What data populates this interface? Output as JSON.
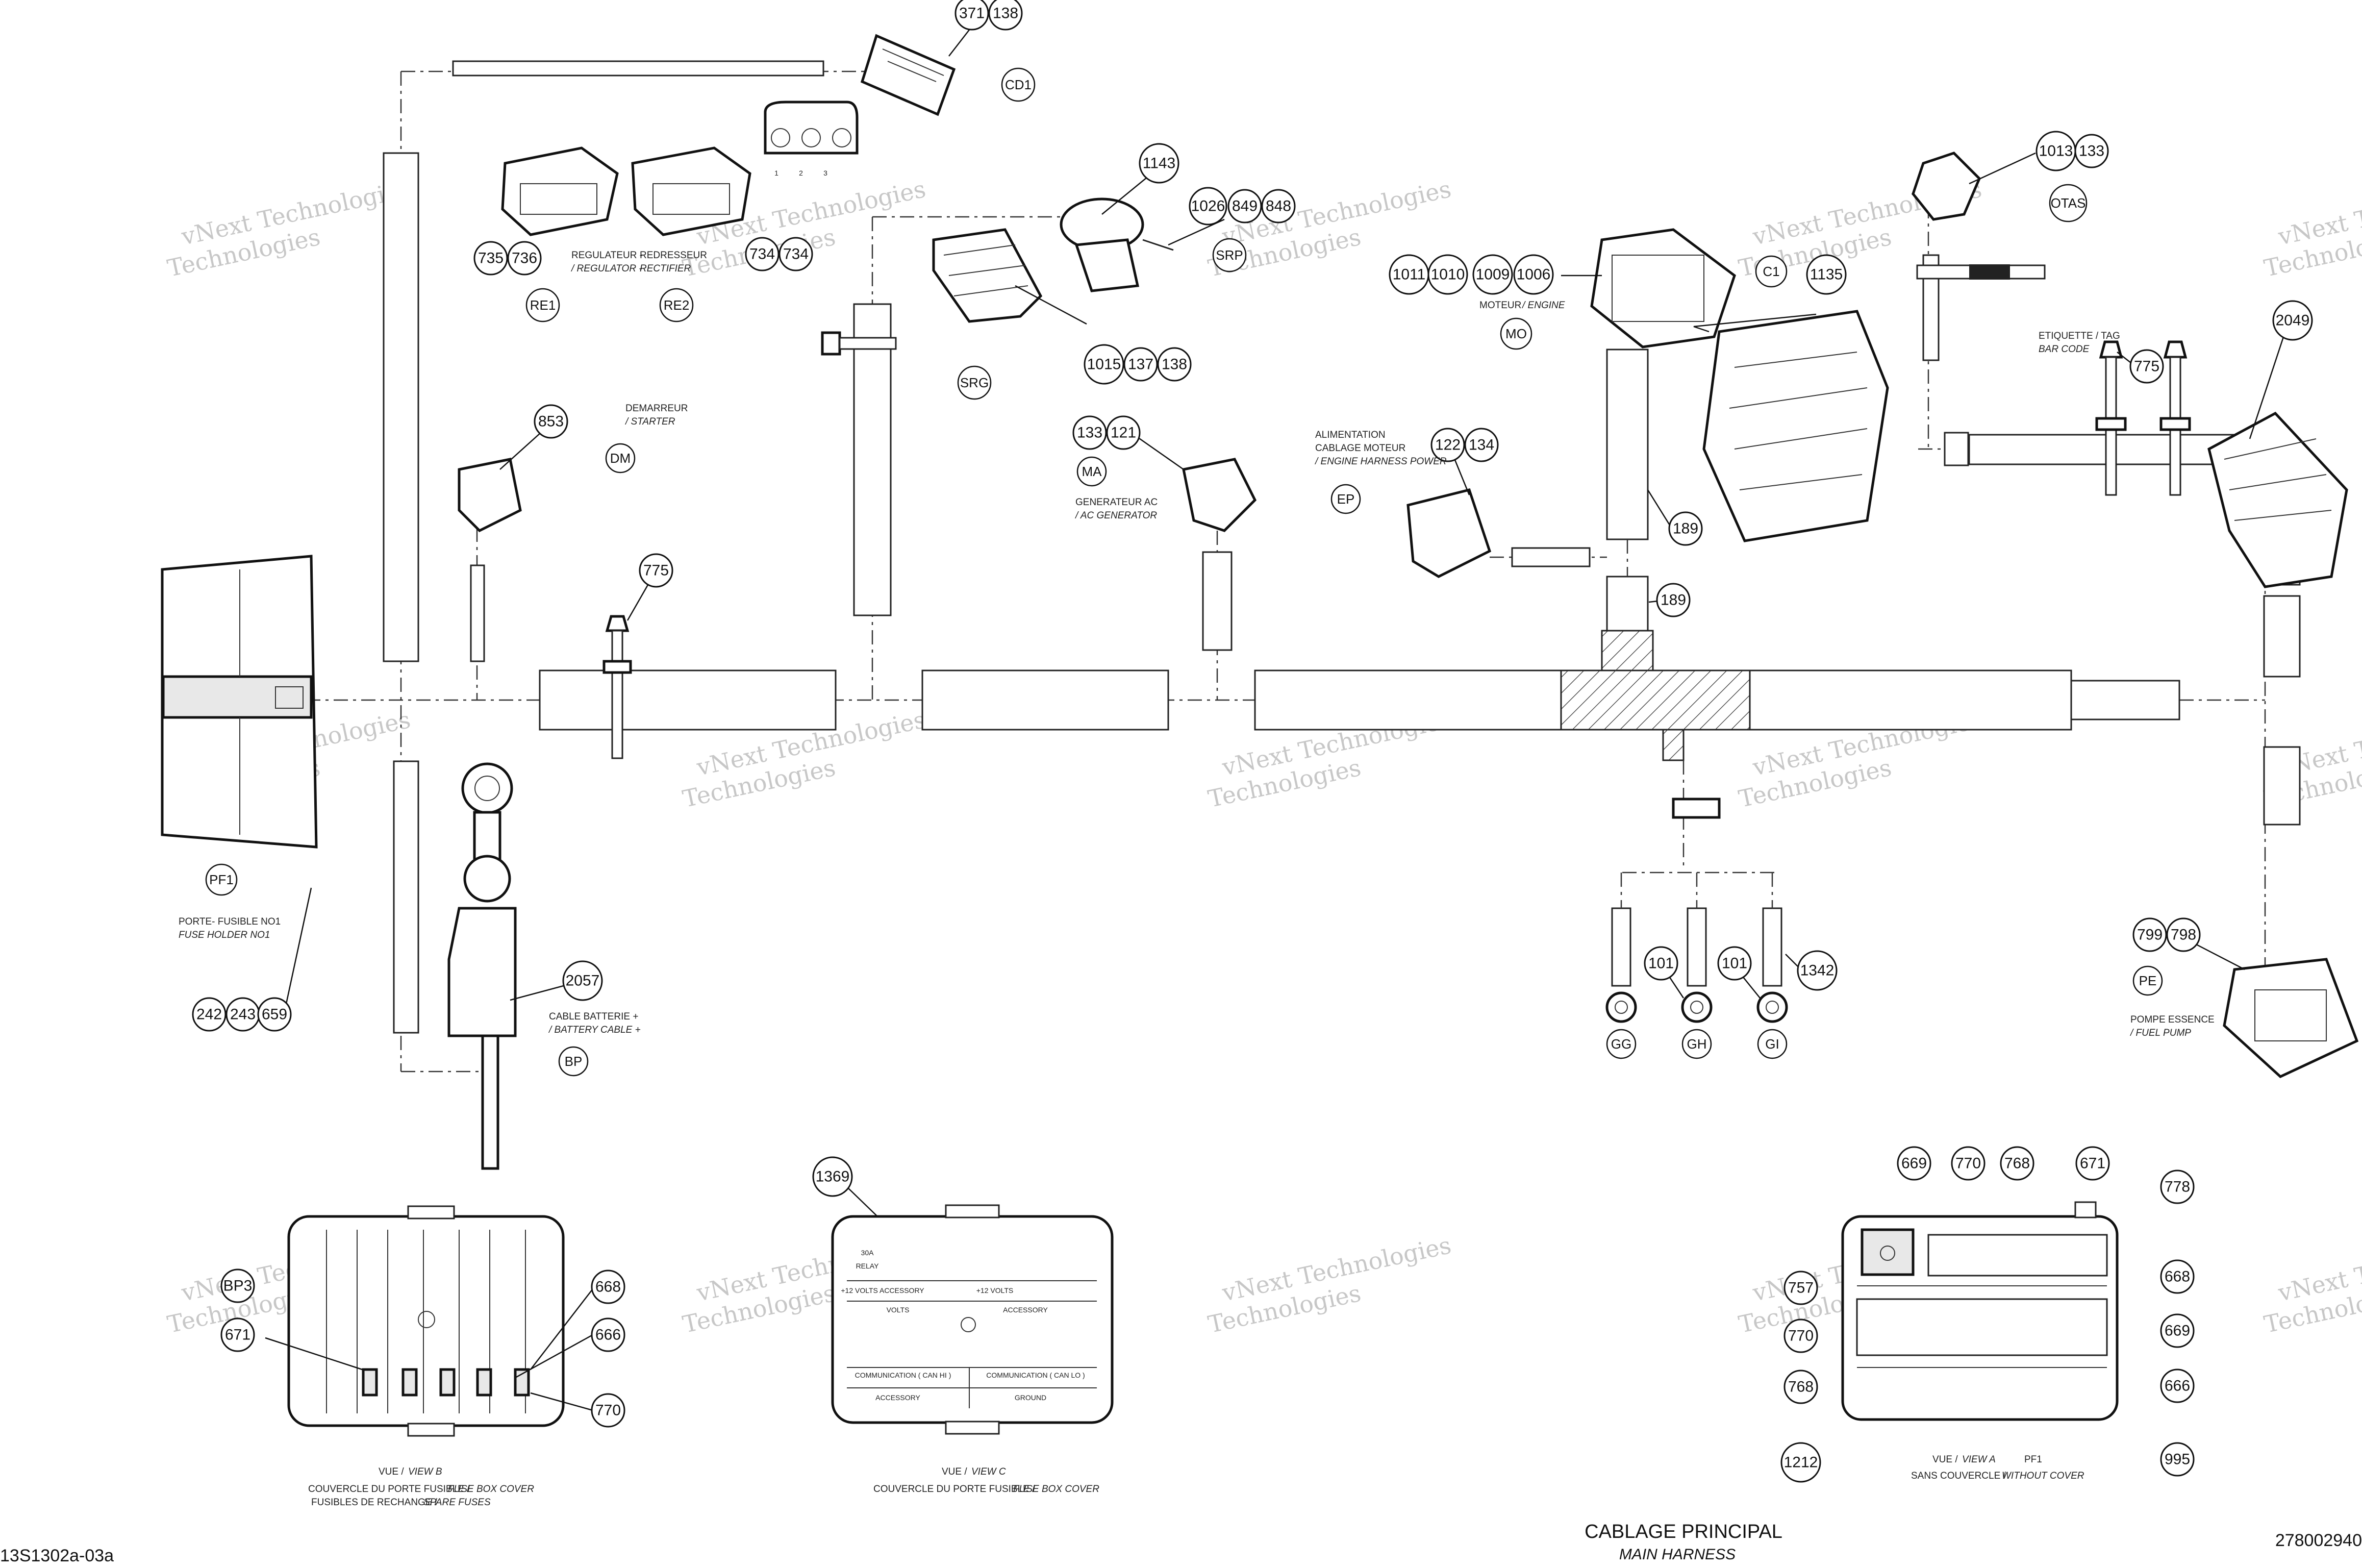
{
  "drawing": {
    "title": "CABLAGE PRINCIPAL",
    "subtitle": "MAIN HARNESS",
    "doc_left": "13S1302a-03a",
    "doc_right": "278002940",
    "watermark_line1": "vNext Technologies",
    "watermark_line2": "Technologies"
  },
  "callouts": [
    {
      "id": "c371",
      "text": "371"
    },
    {
      "id": "c138a",
      "text": "138"
    },
    {
      "id": "c735",
      "text": "735"
    },
    {
      "id": "c736",
      "text": "736"
    },
    {
      "id": "c734",
      "text": "734"
    },
    {
      "id": "c734b",
      "text": "734"
    },
    {
      "id": "c1143",
      "text": "1143"
    },
    {
      "id": "c1026",
      "text": "1026"
    },
    {
      "id": "c849",
      "text": "849"
    },
    {
      "id": "c848",
      "text": "848"
    },
    {
      "id": "c1015",
      "text": "1015"
    },
    {
      "id": "c137",
      "text": "137"
    },
    {
      "id": "c138b",
      "text": "138"
    },
    {
      "id": "c1011",
      "text": "1011"
    },
    {
      "id": "c1010",
      "text": "1010"
    },
    {
      "id": "c1009",
      "text": "1009"
    },
    {
      "id": "c1006",
      "text": "1006"
    },
    {
      "id": "c1013",
      "text": "1013"
    },
    {
      "id": "c133a",
      "text": "133"
    },
    {
      "id": "c1135",
      "text": "1135"
    },
    {
      "id": "c853",
      "text": "853"
    },
    {
      "id": "c133b",
      "text": "133"
    },
    {
      "id": "c121",
      "text": "121"
    },
    {
      "id": "c122",
      "text": "122"
    },
    {
      "id": "c134",
      "text": "134"
    },
    {
      "id": "c775a",
      "text": "775"
    },
    {
      "id": "c775b",
      "text": "775"
    },
    {
      "id": "c2049",
      "text": "2049"
    },
    {
      "id": "c189a",
      "text": "189"
    },
    {
      "id": "c189b",
      "text": "189"
    },
    {
      "id": "c2057",
      "text": "2057"
    },
    {
      "id": "c242",
      "text": "242"
    },
    {
      "id": "c243",
      "text": "243"
    },
    {
      "id": "c659",
      "text": "659"
    },
    {
      "id": "c101a",
      "text": "101"
    },
    {
      "id": "c101b",
      "text": "101"
    },
    {
      "id": "c1342",
      "text": "1342"
    },
    {
      "id": "c799",
      "text": "799"
    },
    {
      "id": "c798",
      "text": "798"
    },
    {
      "id": "c1369",
      "text": "1369"
    },
    {
      "id": "c668a",
      "text": "668"
    },
    {
      "id": "c666a",
      "text": "666"
    },
    {
      "id": "c671a",
      "text": "671"
    },
    {
      "id": "c770a",
      "text": "770"
    },
    {
      "id": "c669a",
      "text": "669"
    },
    {
      "id": "c770b",
      "text": "770"
    },
    {
      "id": "c768a",
      "text": "768"
    },
    {
      "id": "c671b",
      "text": "671"
    },
    {
      "id": "c778",
      "text": "778"
    },
    {
      "id": "c668b",
      "text": "668"
    },
    {
      "id": "c669b",
      "text": "669"
    },
    {
      "id": "c757",
      "text": "757"
    },
    {
      "id": "c770c",
      "text": "770"
    },
    {
      "id": "c768b",
      "text": "768"
    },
    {
      "id": "c666b",
      "text": "666"
    },
    {
      "id": "c1212",
      "text": "1212"
    },
    {
      "id": "c995",
      "text": "995"
    },
    {
      "id": "cbp3",
      "text": "BP3"
    }
  ],
  "refs": [
    {
      "id": "r_cd1",
      "text": "CD1"
    },
    {
      "id": "r_re1",
      "text": "RE1"
    },
    {
      "id": "r_re2",
      "text": "RE2"
    },
    {
      "id": "r_srp",
      "text": "SRP"
    },
    {
      "id": "r_srg",
      "text": "SRG"
    },
    {
      "id": "r_mo",
      "text": "MO"
    },
    {
      "id": "r_c1",
      "text": "C1"
    },
    {
      "id": "r_otas",
      "text": "OTAS"
    },
    {
      "id": "r_dm",
      "text": "DM"
    },
    {
      "id": "r_ma",
      "text": "MA"
    },
    {
      "id": "r_ep",
      "text": "EP"
    },
    {
      "id": "r_pf1",
      "text": "PF1"
    },
    {
      "id": "r_bp",
      "text": "BP"
    },
    {
      "id": "r_gg",
      "text": "GG"
    },
    {
      "id": "r_gh",
      "text": "GH"
    },
    {
      "id": "r_gi",
      "text": "GI"
    },
    {
      "id": "r_pe",
      "text": "PE"
    }
  ],
  "labels": {
    "regulateur": "REGULATEUR -",
    "regulator": "/ REGULATOR -",
    "redresseur": "REDRESSEUR",
    "rectifier": "RECTIFIER",
    "pin1": "1",
    "pin2": "2",
    "pin3": "3",
    "moteur": "MOTEUR",
    "engine": "/ ENGINE",
    "etiquette": "ETIQUETTE / TAG",
    "bar_code": "BAR CODE",
    "demarreur": "DEMARREUR",
    "starter": "/ STARTER",
    "generateur": "GENERATEUR AC",
    "ac_generator": "/ AC GENERATOR",
    "alimentation": "ALIMENTATION",
    "cablage_moteur": "CABLAGE MOTEUR",
    "engine_harness_power": "/ ENGINE HARNESS POWER",
    "porte_fusible": "PORTE-  FUSIBLE NO1",
    "fuse_holder": "FUSE HOLDER NO1",
    "cable_batterie": "CABLE BATTERIE +",
    "battery_cable": "/ BATTERY CABLE +",
    "pompe_essence": "POMPE ESSENCE",
    "fuel_pump": "/ FUEL PUMP",
    "vue_b": "VUE /",
    "view_b": "VIEW B",
    "couvercle_b": "COUVERCLE DU PORTE FUSIBLE /",
    "fuse_box_cover_b": "FUSE BOX COVER",
    "fusibles_rechange": "FUSIBLES DE RECHANGE /",
    "spare_fuses": "SPARE FUSES",
    "vue_c": "VUE /",
    "view_c": "VIEW C",
    "couvercle_c": "COUVERCLE DU PORTE FUSIBLE /",
    "fuse_box_cover_c": "FUSE BOX COVER",
    "vue_a": "VUE /",
    "view_a": "VIEW A",
    "pf1_label": "PF1",
    "sans_couvercle": "SANS COUVERCLE /",
    "without_cover": "WITHOUT COVER"
  },
  "fuse_cover": {
    "f30a": "30A",
    "relay": "RELAY",
    "plus12_volts_acc": "+12 VOLTS ACCESSORY",
    "plus12_volts": "+12 VOLTS",
    "accessory": "ACCESSORY",
    "communication_can_hi": "COMMUNICATION ( CAN HI )",
    "communication_can_lo": "COMMUNICATION ( CAN LO )",
    "ground": "GROUND",
    "volts": "VOLTS"
  }
}
